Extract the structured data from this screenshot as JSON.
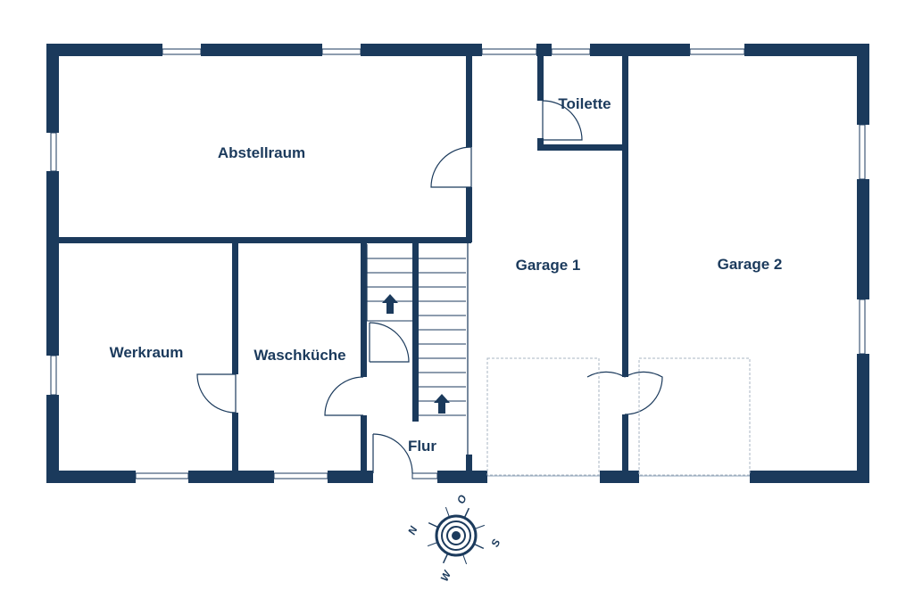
{
  "floor_plan": {
    "rooms": [
      {
        "id": "abstellraum",
        "label": "Abstellraum"
      },
      {
        "id": "toilette",
        "label": "Toilette"
      },
      {
        "id": "garage-1",
        "label": "Garage 1"
      },
      {
        "id": "garage-2",
        "label": "Garage 2"
      },
      {
        "id": "werkraum",
        "label": "Werkraum"
      },
      {
        "id": "waschkueche",
        "label": "Waschküche"
      },
      {
        "id": "flur",
        "label": "Flur"
      }
    ],
    "compass": {
      "labels": {
        "north": "N",
        "east": "O",
        "south": "S",
        "west": "W"
      }
    },
    "colors": {
      "wall": "#1b3a5c",
      "background": "#ffffff"
    }
  }
}
